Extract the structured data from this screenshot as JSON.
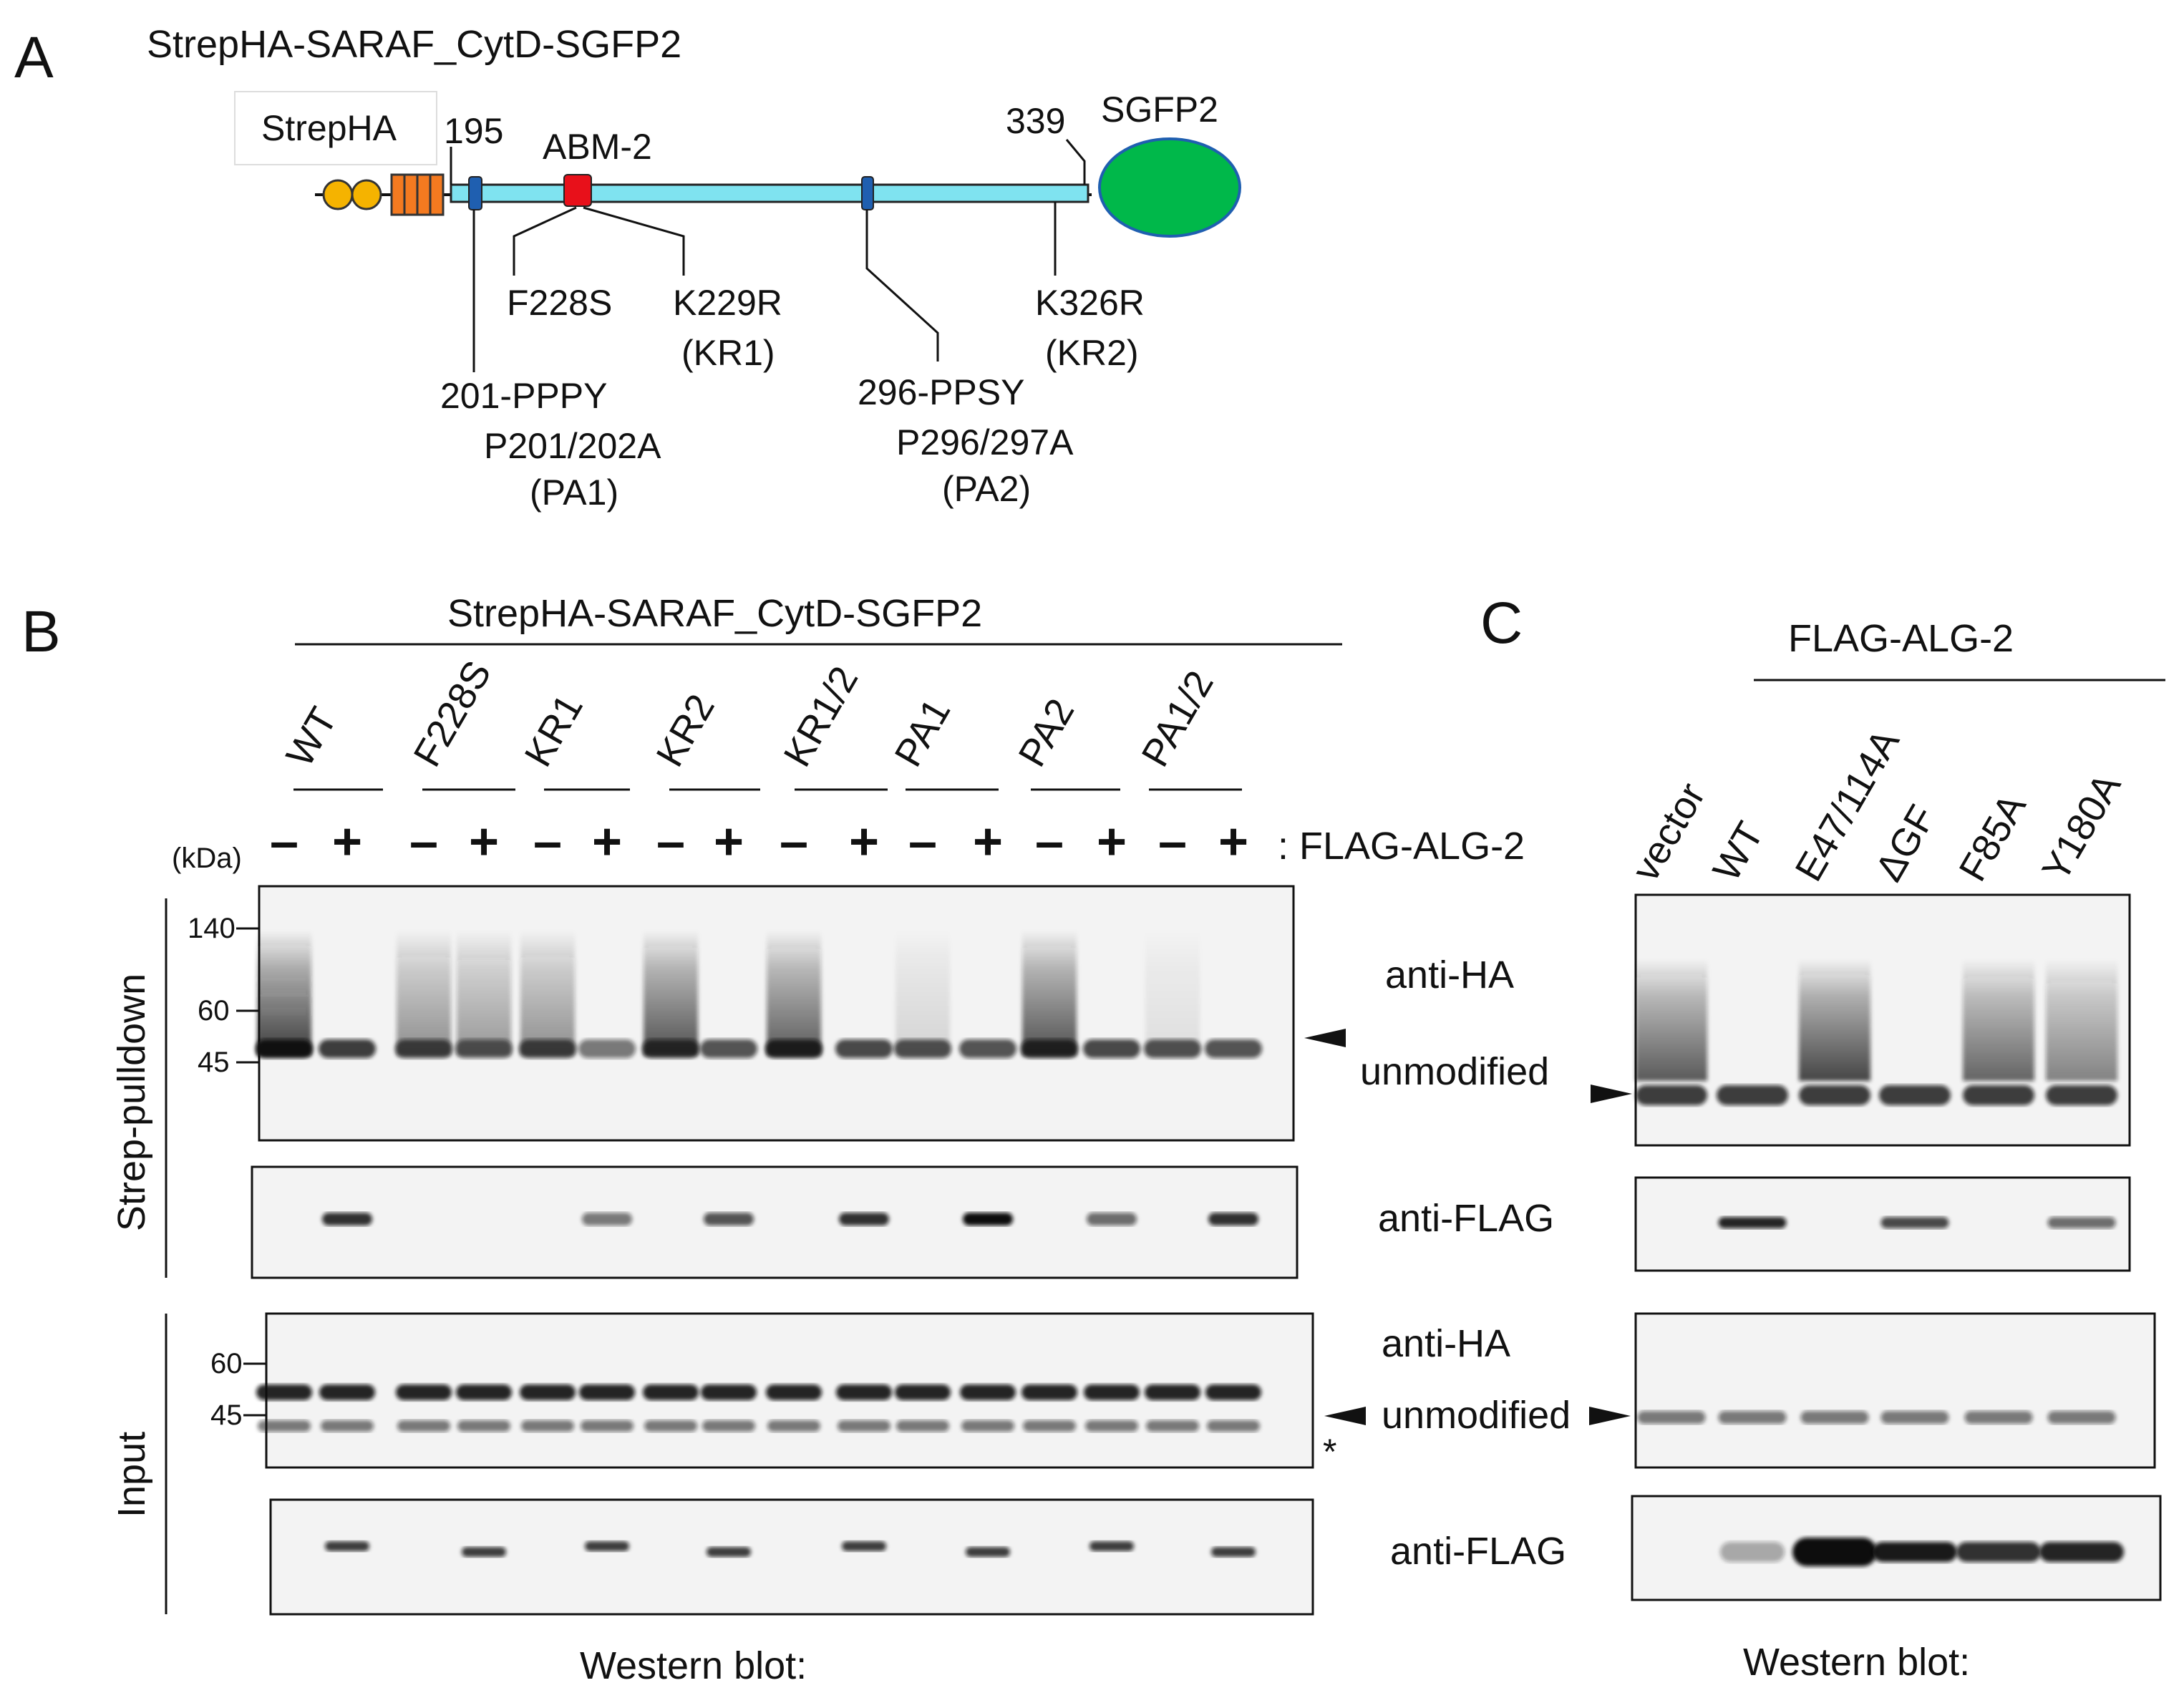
{
  "panel_a": {
    "letter": "A",
    "construct_title": "StrepHA-SARAF_CytD-SGFP2",
    "strephA_box": "StrepHA",
    "pos_195": "195",
    "abm2": "ABM-2",
    "pos_339": "339",
    "sgfp2": "SGFP2",
    "colors": {
      "strep_circle": "#f5b300",
      "ha_block": "#f47a20",
      "linker": "#7fe3f0",
      "abm": "#e8101a",
      "motif": "#1f5fb0",
      "sgfp2": "#00b84a"
    },
    "mutations": {
      "f228s": "F228S",
      "k229r": "K229R",
      "kr1": "(KR1)",
      "pppy": "201-PPPY",
      "p201": "P201/202A",
      "pa1": "(PA1)",
      "ppsy": "296-PPSY",
      "p296": "P296/297A",
      "pa2": "(PA2)",
      "k326r": "K326R",
      "kr2": "(KR2)"
    }
  },
  "panel_b": {
    "letter": "B",
    "header": "StrepHA-SARAF_CytD-SGFP2",
    "lanes": [
      "WT",
      "F228S",
      "KR1",
      "KR2",
      "KR1/2",
      "PA1",
      "PA2",
      "PA1/2"
    ],
    "signs": [
      "–",
      "+",
      "–",
      "+",
      "–",
      "+",
      "–",
      "+",
      "–",
      "+",
      "–",
      "+",
      "–",
      "+",
      "–",
      "+"
    ],
    "flag_label": ": FLAG-ALG-2",
    "kda": "(kDa)",
    "markers_pulldown": [
      "140",
      "60",
      "45"
    ],
    "markers_input": [
      "60",
      "45"
    ],
    "strep_pulldown": "Strep-pulldown",
    "input": "Input",
    "anti_ha": "anti-HA",
    "unmodified": "unmodified",
    "anti_flag": "anti-FLAG",
    "anti_ha_2": "anti-HA",
    "unmodified_2": "unmodified",
    "asterisk": "*",
    "anti_flag_2": "anti-FLAG",
    "western": "Western blot:"
  },
  "panel_c": {
    "letter": "C",
    "header": "FLAG-ALG-2",
    "lanes": [
      "vector",
      "WT",
      "E47/114A",
      "ΔGF",
      "F85A",
      "Y180A"
    ],
    "western": "Western blot:"
  }
}
